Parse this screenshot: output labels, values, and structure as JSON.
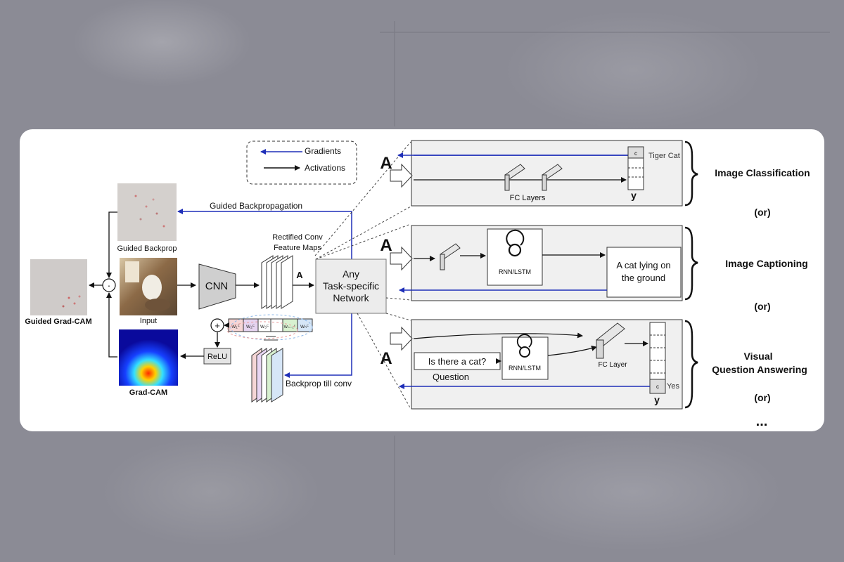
{
  "legend": {
    "gradients": "Gradients",
    "activations": "Activations"
  },
  "left": {
    "guided_backprop_caption": "Guided Backprop",
    "guided_backprop_arrow": "Guided Backpropagation",
    "input_caption": "Input",
    "guided_gradcam_caption": "Guided Grad-CAM",
    "gradcam_caption": "Grad-CAM",
    "cnn_label": "CNN",
    "feature_maps_line1": "Rectified Conv",
    "feature_maps_line2": "Feature Maps",
    "feature_symbol": "A",
    "relu_label": "ReLU",
    "backprop_conv_label": "Backprop till conv",
    "task_network_line1": "Any",
    "task_network_line2": "Task-specific",
    "task_network_line3": "Network",
    "plus_symbol": "+",
    "dot_symbol": "·",
    "weights": [
      "w₁ᶜ",
      "w₂ᶜ",
      "w₃ᶜ",
      "wₙ₋₁ᶜ",
      "wₙᶜ"
    ]
  },
  "panels": {
    "classification": {
      "symbol": "A",
      "fc_label": "FC Layers",
      "class_label": "c",
      "output_label": "Tiger Cat",
      "y_label": "y",
      "task_title": "Image Classification"
    },
    "captioning": {
      "symbol": "A",
      "rnn_label": "RNN/LSTM",
      "caption_line1": "A cat lying on",
      "caption_line2": "the ground",
      "task_title": "Image Captioning"
    },
    "vqa": {
      "symbol": "A",
      "question_box": "Is there a cat?",
      "question_caption": "Question",
      "rnn_label": "RNN/LSTM",
      "fc_label": "FC Layer",
      "class_label": "c",
      "answer_label": "Yes",
      "y_label": "y",
      "task_title_line1": "Visual",
      "task_title_line2": "Question Answering"
    }
  },
  "separators": {
    "or1": "(or)",
    "or2": "(or)",
    "or3": "(or)",
    "ellipsis": "..."
  },
  "colors": {
    "gradient_arrow": "#1f2fb8",
    "activation_arrow": "#111111"
  }
}
